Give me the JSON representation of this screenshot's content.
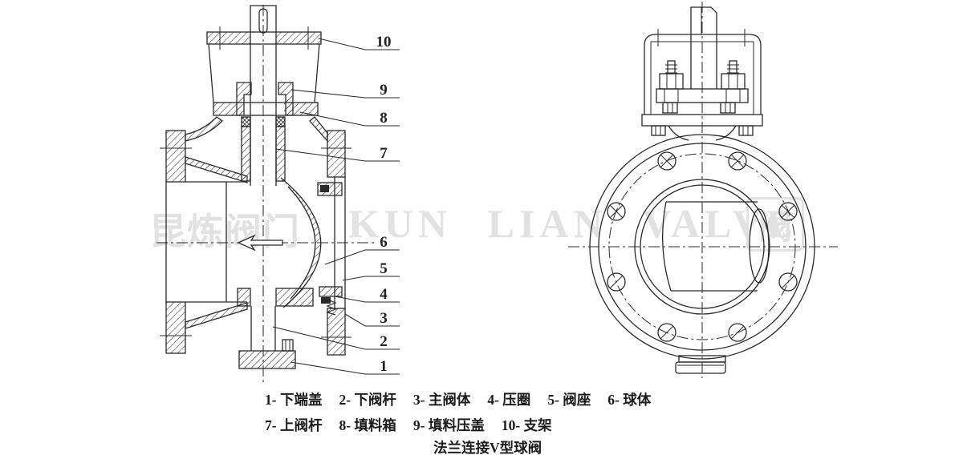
{
  "watermark": {
    "cn": "昆炼阀门",
    "en": "KUN LIAN VALVE",
    "logo": "阀"
  },
  "callouts": {
    "labels": [
      "10",
      "9",
      "8",
      "7",
      "6",
      "5",
      "4",
      "3",
      "2",
      "1"
    ]
  },
  "legend": {
    "row1": [
      "1- 下端盖",
      "2- 下阀杆",
      "3- 主阀体",
      "4- 压圈",
      "5- 阀座",
      "6- 球体"
    ],
    "row2": [
      "7- 上阀杆",
      "8- 填料箱",
      "9- 填料压盖",
      "10- 支架"
    ],
    "caption": "法兰连接V型球阀"
  },
  "colors": {
    "line": "#2a2a2a",
    "watermark": "#e2e2e2",
    "background": "#ffffff"
  }
}
